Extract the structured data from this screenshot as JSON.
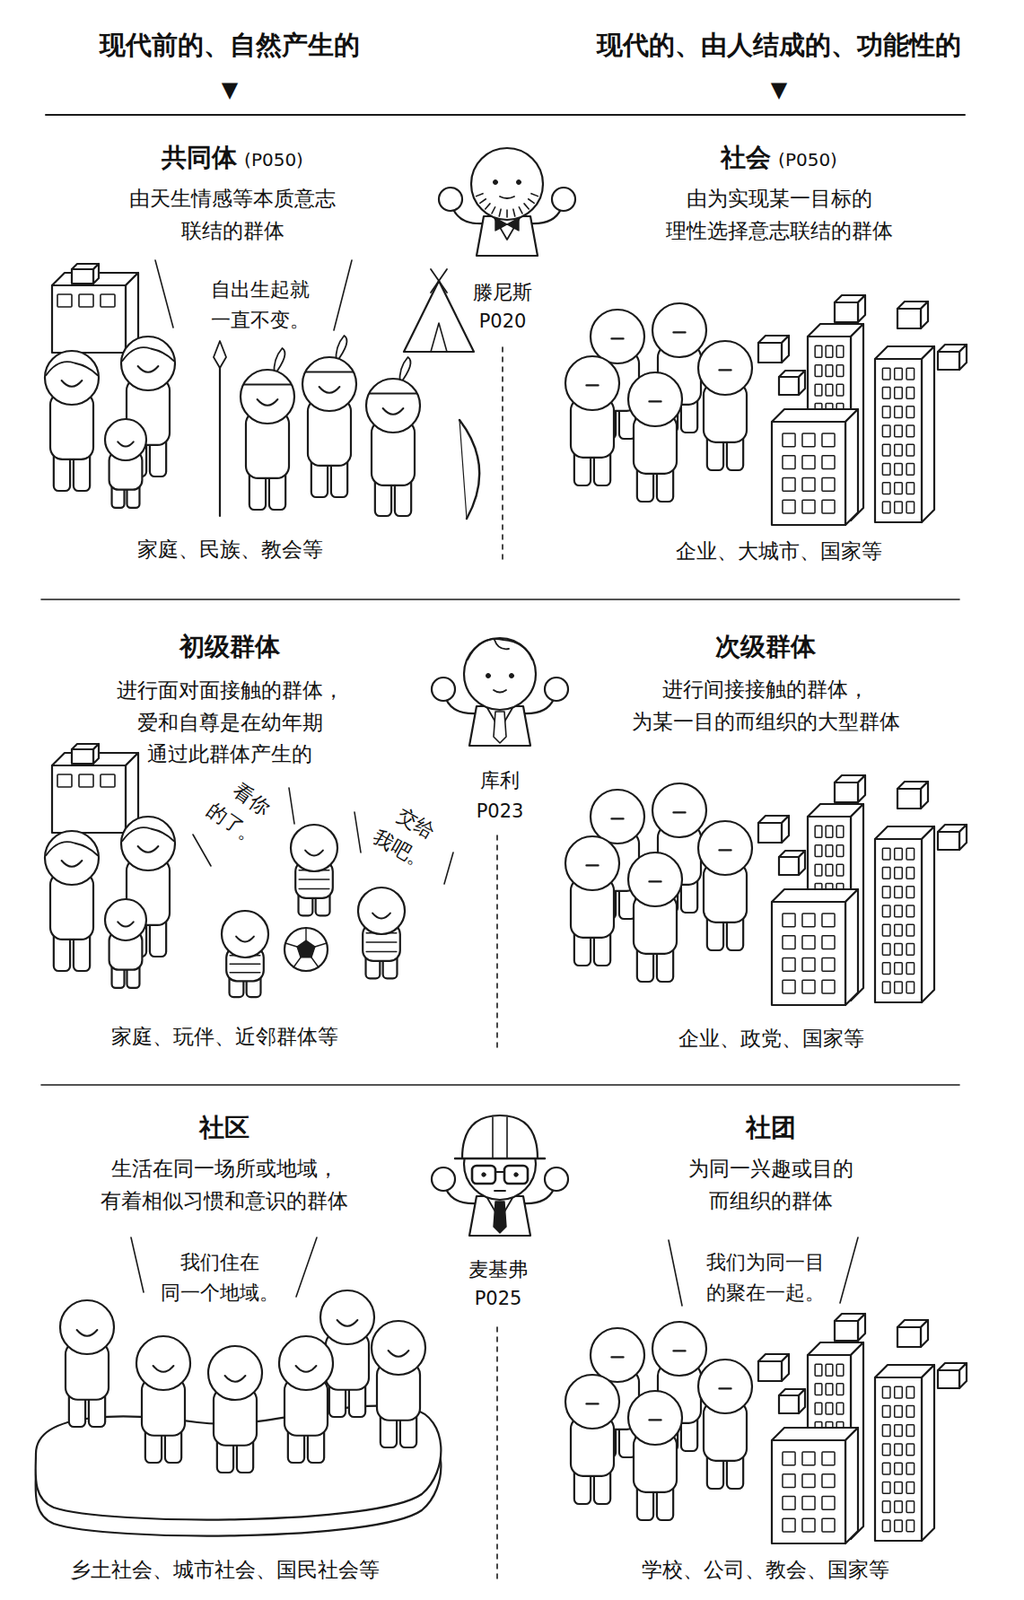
{
  "diagram": {
    "labels": [
      "现代前的、自然产生的",
      "▼",
      "现代的、由人结成的、功能性的",
      "▼",
      "共同体",
      "(P050)",
      "由天生情感等本质意志 联结的群体",
      "自出生起就 一直不变。",
      "家庭、民族、教会等",
      "滕尼斯",
      "P020",
      "社会",
      "(P050)",
      "由为实现某一目标的 理性选择意志联结的群体",
      "企业、大城市、国家等",
      "初级群体",
      "进行面对面接触的群体， 爱和自尊是在幼年期 通过此群体产生的",
      "看你 的了。",
      "交给 我吧。",
      "家庭、玩伴、近邻群体等",
      "库利",
      "P023",
      "次级群体",
      "进行间接接触的群体， 为某一目的而组织的大型群体",
      "企业、政党、国家等",
      "社区",
      "生活在同一场所或地域， 有着相似习惯和意识的群体",
      "我们住在 同一个地域。",
      "乡土社会、城市社会、国民社会等",
      "麦基弗",
      "P025",
      "社团",
      "为同一兴趣或目的 而组织的群体",
      "我们为同一目 的聚在一起。",
      "学校、公司、教会、国家等"
    ]
  }
}
